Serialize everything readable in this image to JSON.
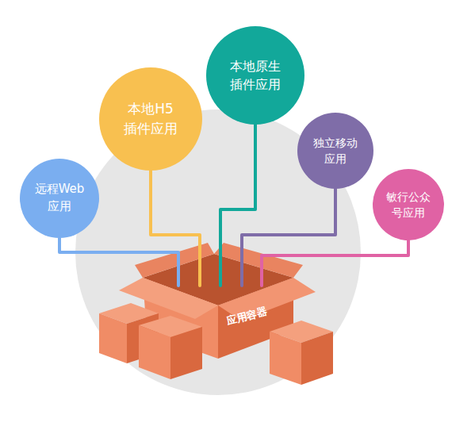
{
  "diagram": {
    "nodes": [
      {
        "text": [
          "远程Web 应用"
        ]
      },
      {
        "text": [
          "本地H5 插件应用"
        ]
      },
      {
        "text": [
          "本地原生 插件应用"
        ]
      },
      {
        "text": [
          "独立移动 应用"
        ]
      },
      {
        "text": [
          "敏行公众 号应用"
        ]
      },
      {
        "text": [
          "应用容器"
        ]
      }
    ],
    "edges": [
      {
        "from": 0,
        "to": 5,
        "arrow": "none"
      },
      {
        "from": 1,
        "to": 5,
        "arrow": "none"
      },
      {
        "from": 2,
        "to": 5,
        "arrow": "none"
      },
      {
        "from": 3,
        "to": 5,
        "arrow": "none"
      },
      {
        "from": 4,
        "to": 5,
        "arrow": "none"
      }
    ]
  }
}
